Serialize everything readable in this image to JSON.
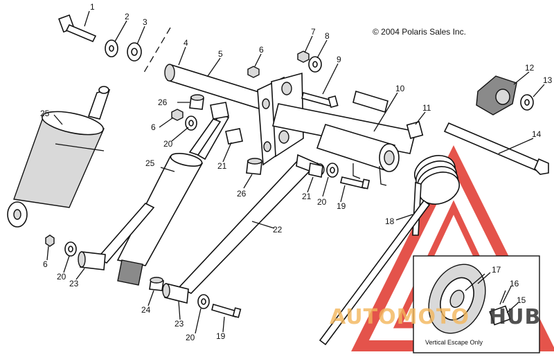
{
  "copyright": "© 2004 Polaris Sales Inc.",
  "inset_caption": "Vertical Escape Only",
  "watermark": {
    "text_left": "AUTOMOTO",
    "text_right": "HUB",
    "color_orange": "#f2b55a",
    "color_red": "#e0362c",
    "color_dark": "#333333"
  },
  "callouts": [
    "1",
    "2",
    "3",
    "4",
    "5",
    "6",
    "7",
    "8",
    "9",
    "10",
    "11",
    "12",
    "13",
    "14",
    "25",
    "26",
    "6",
    "20",
    "25",
    "21",
    "26",
    "21",
    "20",
    "19",
    "18",
    "22",
    "6",
    "20",
    "23",
    "24",
    "23",
    "20",
    "19",
    "17",
    "16",
    "15"
  ]
}
